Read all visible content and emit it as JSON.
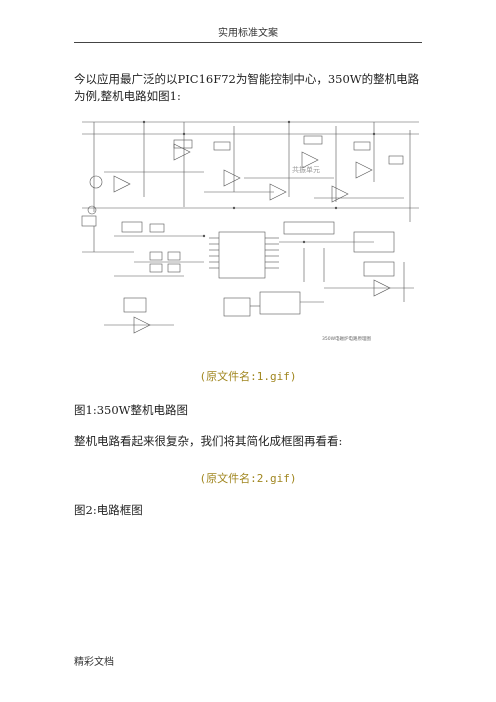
{
  "header": {
    "title": "实用标准文案"
  },
  "intro": "今以应用最广泛的以PIC16F72为智能控制中心，350W的整机电路为例,整机电路如图1:",
  "figure1": {
    "inner_text": "共振单元",
    "inner_caption": "350W电磁炉电路原理图"
  },
  "caption1": "(原文件名:1.gif)",
  "para_fig1": "图1:350W整机电路图",
  "para_text": "整机电路看起来很复杂，我们将其简化成框图再看看:",
  "caption2": "(原文件名:2.gif)",
  "para_fig2": "图2:电路框图",
  "footer": "精彩文档"
}
